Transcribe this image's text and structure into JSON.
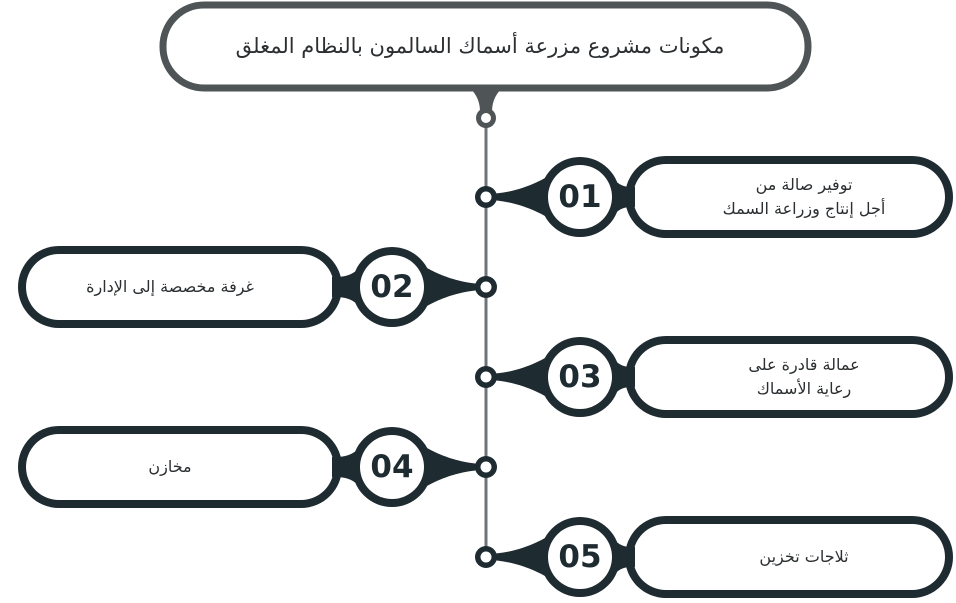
{
  "title": "مكونات مشروع مزرعة أسماك السالمون بالنظام المغلق",
  "colors": {
    "dark": "#1e2b31",
    "outline": "#4f5457",
    "line": "#6f7478",
    "fill": "#ffffff",
    "text": "#2b2f31"
  },
  "items": [
    {
      "number": "01",
      "text": "توفير صالة من\nأجل إنتاج وزراعة السمك",
      "side": "right"
    },
    {
      "number": "02",
      "text": "غرفة مخصصة إلى الإدارة",
      "side": "left"
    },
    {
      "number": "03",
      "text": "عمالة قادرة على\nرعاية الأسماك",
      "side": "right"
    },
    {
      "number": "04",
      "text": "مخازن",
      "side": "left"
    },
    {
      "number": "05",
      "text": "ثلاجات تخزين",
      "side": "right"
    }
  ]
}
